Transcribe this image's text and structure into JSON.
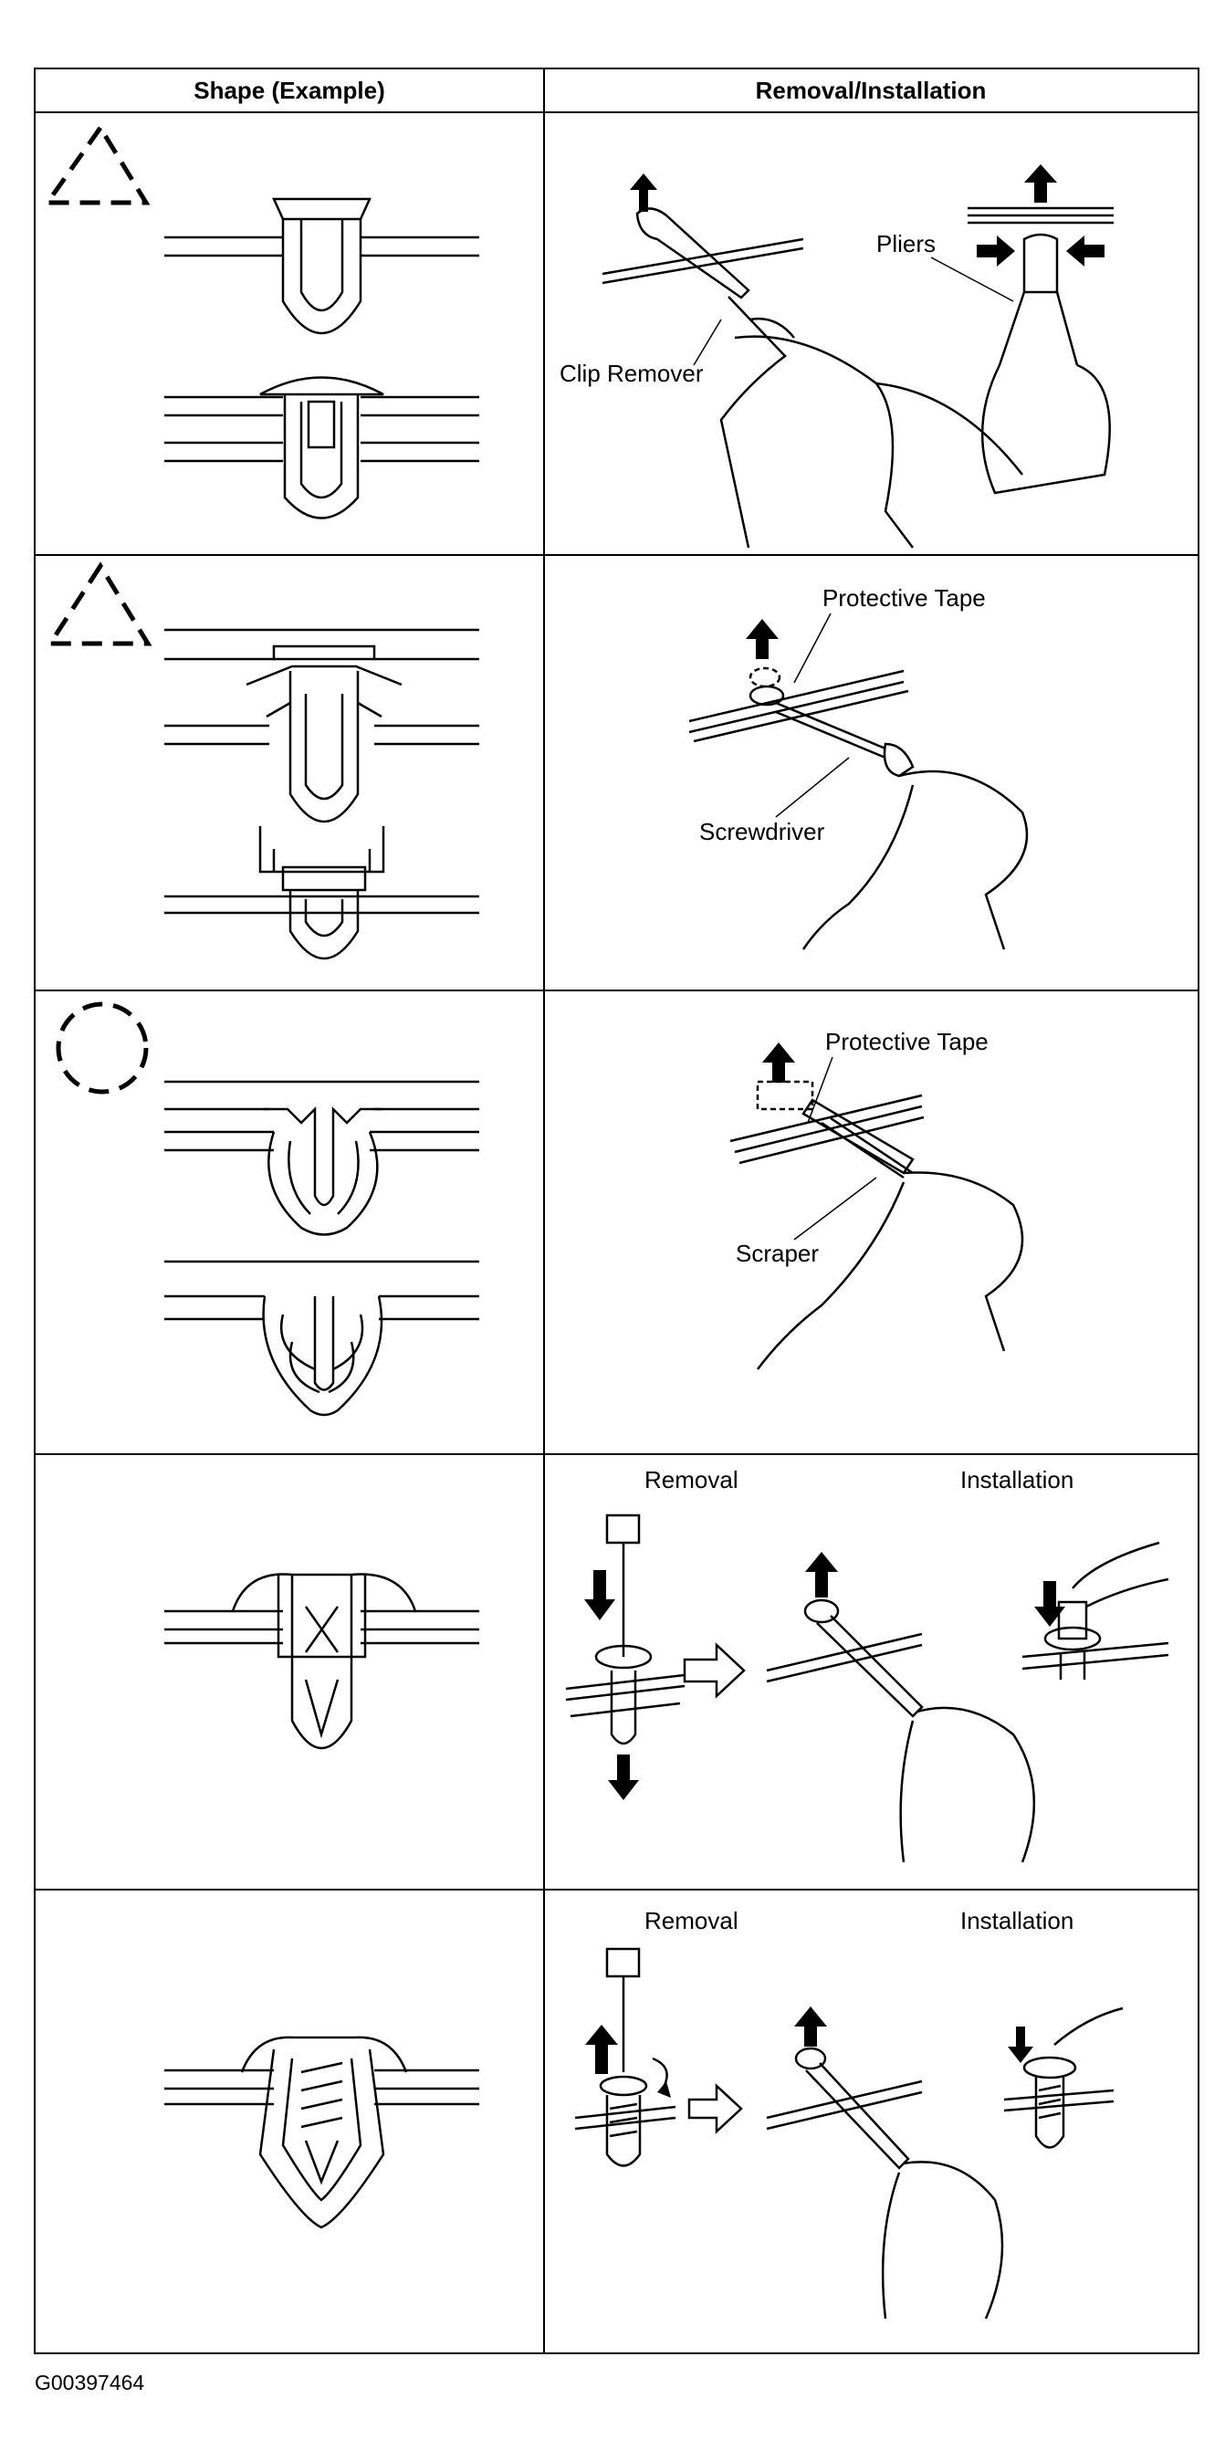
{
  "table": {
    "header_shape": "Shape (Example)",
    "header_method": "Removal/Installation"
  },
  "rows": [
    {
      "symbol": "dashed-triangle",
      "labels": {
        "tool": "Clip Remover",
        "tool2": "Pliers"
      }
    },
    {
      "symbol": "dashed-triangle",
      "labels": {
        "tape": "Protective Tape",
        "tool": "Screwdriver"
      }
    },
    {
      "symbol": "dashed-circle",
      "labels": {
        "tape": "Protective Tape",
        "tool": "Scraper"
      }
    },
    {
      "symbol": "none",
      "labels": {
        "removal": "Removal",
        "installation": "Installation"
      }
    },
    {
      "symbol": "none",
      "labels": {
        "removal": "Removal",
        "installation": "Installation"
      }
    }
  ],
  "figure_code": "G00397464"
}
